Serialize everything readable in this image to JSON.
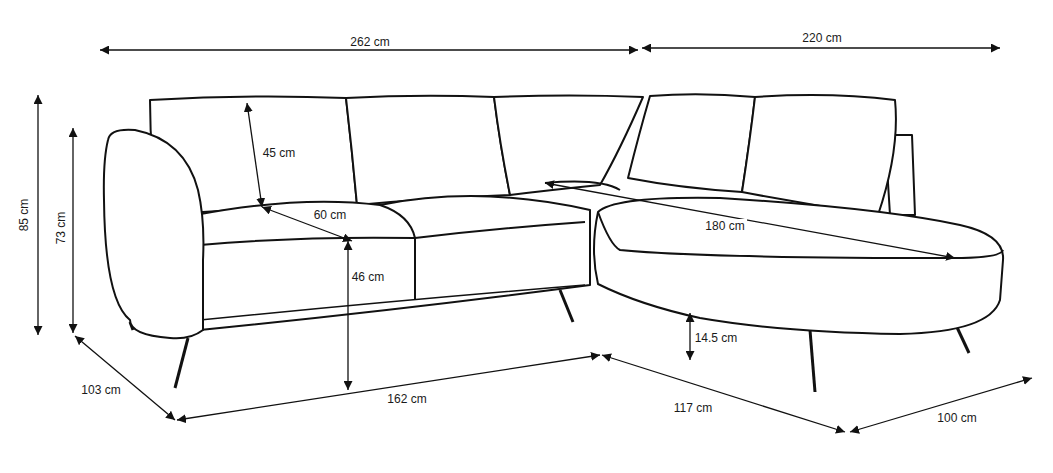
{
  "diagram": {
    "labels": [
      "262 cm",
      "220 cm",
      "85 cm",
      "73 cm",
      "45 cm",
      "60 cm",
      "180 cm",
      "46 cm",
      "14.5 cm",
      "103 cm",
      "162 cm",
      "117 cm",
      "100 cm"
    ]
  }
}
